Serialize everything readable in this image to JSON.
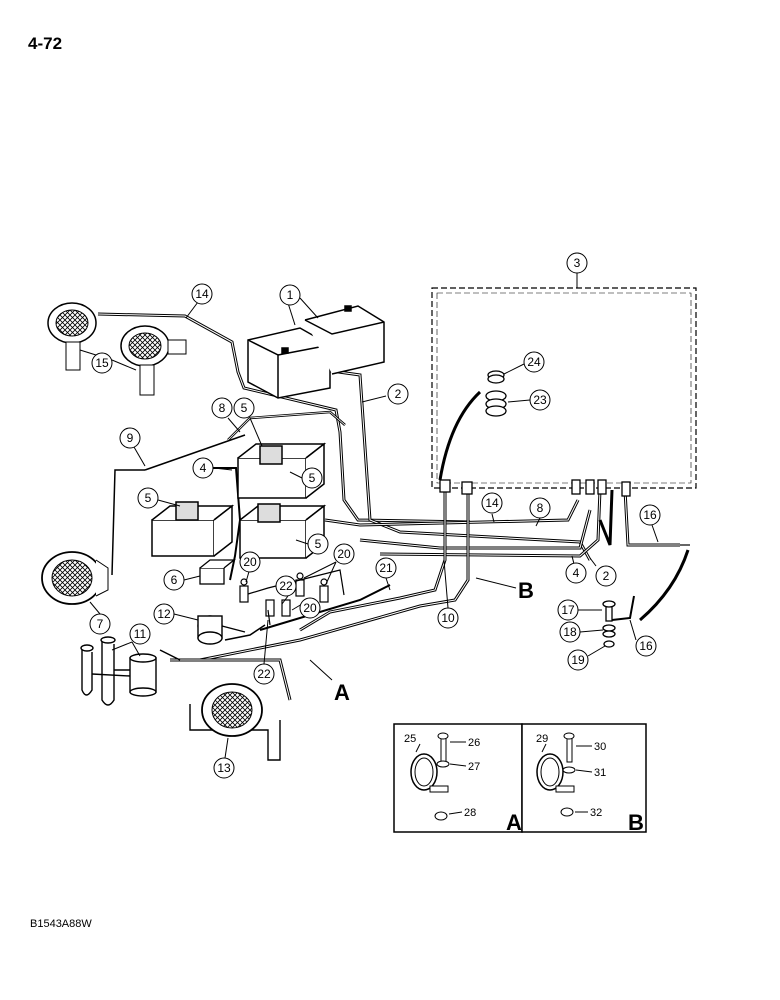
{
  "page": {
    "page_number": "4-72",
    "figure_code": "B1543A88W"
  },
  "callouts": {
    "c1": "1",
    "c2": "2",
    "c2b": "2",
    "c3": "3",
    "c4": "4",
    "c4b": "4",
    "c5a": "5",
    "c5b": "5",
    "c5c": "5",
    "c5d": "5",
    "c6": "6",
    "c7": "7",
    "c8": "8",
    "c8b": "8",
    "c9": "9",
    "c10": "10",
    "c11": "11",
    "c12": "12",
    "c13": "13",
    "c14": "14",
    "c14b": "14",
    "c15": "15",
    "c16": "16",
    "c16b": "16",
    "c17": "17",
    "c18": "18",
    "c19": "19",
    "c20a": "20",
    "c20b": "20",
    "c20c": "20",
    "c21": "21",
    "c22a": "22",
    "c22b": "22",
    "c23": "23",
    "c24": "24"
  },
  "routing_labels": {
    "a": "A",
    "b": "B"
  },
  "inset_a": {
    "letter": "A",
    "labels": {
      "n25": "25",
      "n26": "26",
      "n27": "27",
      "n28": "28"
    }
  },
  "inset_b": {
    "letter": "B",
    "labels": {
      "n29": "29",
      "n30": "30",
      "n31": "31",
      "n32": "32"
    }
  }
}
